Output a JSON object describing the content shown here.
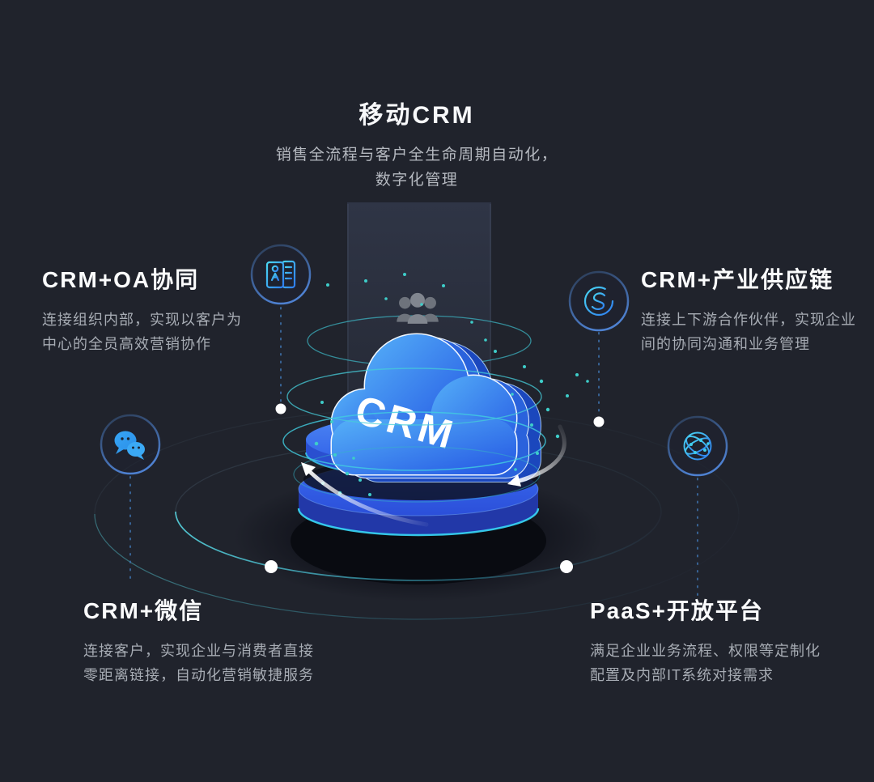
{
  "top": {
    "title": "移动CRM",
    "subtitle_line1": "销售全流程与客户全生命周期自动化，",
    "subtitle_line2": "数字化管理"
  },
  "features": {
    "oa": {
      "title": "CRM+OA协同",
      "desc_line1": "连接组织内部，实现以客户为",
      "desc_line2": "中心的全员高效营销协作",
      "icon": "contact-card-icon"
    },
    "supply": {
      "title": "CRM+产业供应链",
      "desc_line1": "连接上下游合作伙伴，实现企业",
      "desc_line2": "间的协同沟通和业务管理",
      "icon": "link-icon"
    },
    "wechat": {
      "title": "CRM+微信",
      "desc_line1": "连接客户，实现企业与消费者直接",
      "desc_line2": "零距离链接，自动化营销敏捷服务",
      "icon": "wechat-icon"
    },
    "paas": {
      "title": "PaaS+开放平台",
      "desc_line1": "满足企业业务流程、权限等定制化",
      "desc_line2": "配置及内部IT系统对接需求",
      "icon": "globe-network-icon"
    }
  },
  "center": {
    "cloud_label": "CRM",
    "top_icon": "users-icon"
  },
  "colors": {
    "background": "#20232c",
    "accent_blue": "#2f6bea",
    "accent_cyan": "#3fd0e0",
    "cloud_blue_light": "#53aef8",
    "cloud_blue_dark": "#2457e4",
    "wechat_blue": "#2f9cf4",
    "text_primary": "#f7f8fa",
    "text_secondary": "#a7acb4",
    "node_dot": "#ffffff"
  }
}
